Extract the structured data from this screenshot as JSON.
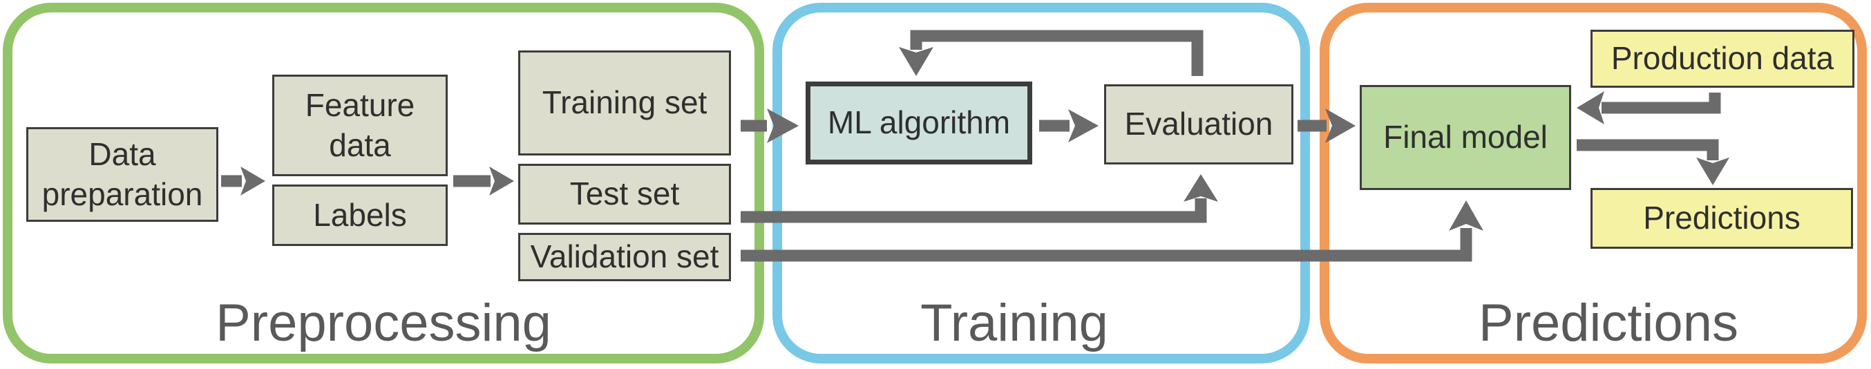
{
  "colors": {
    "preprocessing": "#92c46a",
    "training": "#79c8e6",
    "predictions": "#f19b5a",
    "arrow": "#6b6b6b"
  },
  "panels": {
    "preprocessing": "Preprocessing",
    "training": "Training",
    "predictions": "Predictions"
  },
  "boxes": {
    "data_preparation": "Data preparation",
    "feature_data": "Feature data",
    "labels": "Labels",
    "training_set": "Training set",
    "test_set": "Test set",
    "validation_set": "Validation set",
    "ml_algorithm": "ML algorithm",
    "evaluation": "Evaluation",
    "final_model": "Final model",
    "production_data": "Production data",
    "predictions": "Predictions"
  }
}
